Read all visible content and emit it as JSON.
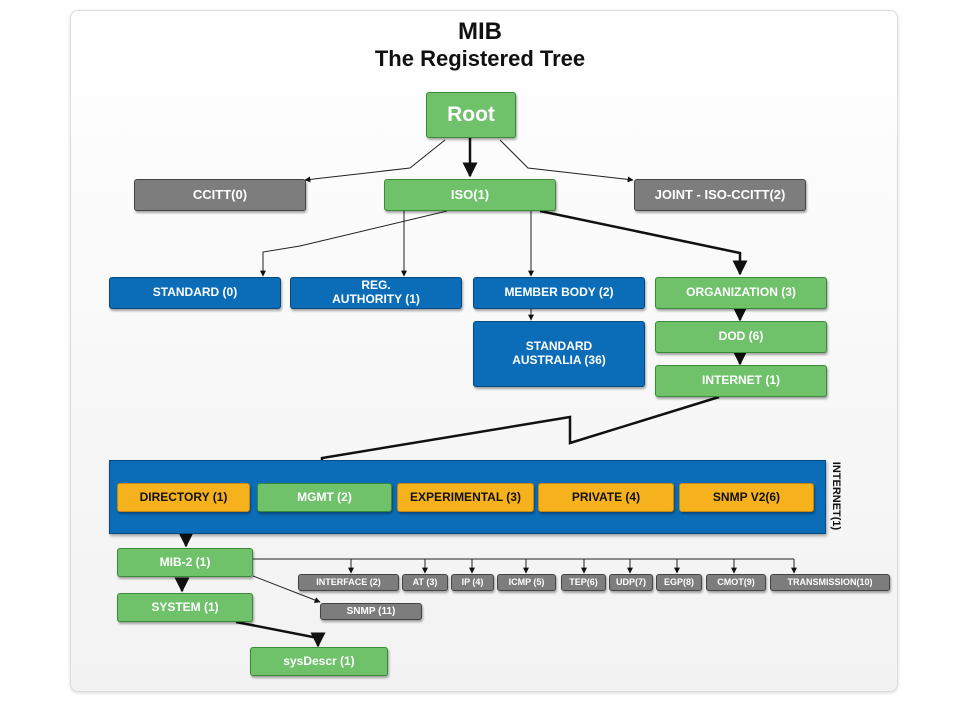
{
  "title": {
    "line1": "MIB",
    "line2": "The Registered Tree"
  },
  "nodes": {
    "root": "Root",
    "ccitt": "CCITT(0)",
    "iso": "ISO(1)",
    "joint": "JOINT - ISO-CCITT(2)",
    "standard": "STANDARD (0)",
    "reg_authority": "REG.\nAUTHORITY (1)",
    "member_body": "MEMBER BODY (2)",
    "organization": "ORGANIZATION (3)",
    "standard_australia": "STANDARD\nAUSTRALIA (36)",
    "dod": "DOD (6)",
    "internet": "INTERNET (1)",
    "internet_side": "INTERNET(1)",
    "directory": "DIRECTORY (1)",
    "mgmt": "MGMT (2)",
    "experimental": "EXPERIMENTAL (3)",
    "private": "PRIVATE (4)",
    "snmpv2": "SNMP V2(6)",
    "mib2": "MIB-2 (1)",
    "system": "SYSTEM (1)",
    "sysdescr": "sysDescr (1)",
    "snmp": "SNMP (11)",
    "mib2_children": [
      "INTERFACE (2)",
      "AT (3)",
      "IP (4)",
      "ICMP (5)",
      "TEP(6)",
      "UDP(7)",
      "EGP(8)",
      "CMOT(9)",
      "TRANSMISSION(10)"
    ]
  },
  "colors": {
    "green": "#6fc16a",
    "blue": "#0b6db8",
    "gray": "#7d7d7d",
    "orange": "#f6b21d"
  }
}
